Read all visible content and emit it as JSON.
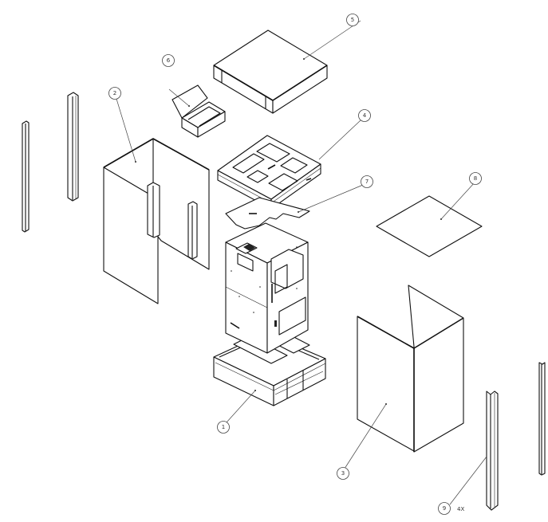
{
  "drawing": {
    "type": "exploded assembly view (isometric)",
    "balloons": [
      {
        "id": "1",
        "part": "shipping pallet base"
      },
      {
        "id": "2",
        "part": "corrugated wrap (left)"
      },
      {
        "id": "3",
        "part": "corrugated wrap (right)"
      },
      {
        "id": "4",
        "part": "foam top insert"
      },
      {
        "id": "5",
        "part": "top cap"
      },
      {
        "id": "6",
        "part": "accessory box"
      },
      {
        "id": "7",
        "part": "slip sheet"
      },
      {
        "id": "8",
        "part": "top sheet"
      },
      {
        "id": "9",
        "part": "corner post"
      }
    ],
    "quantity_note": "4X"
  },
  "balloon_labels": {
    "b1": "1",
    "b2": "2",
    "b3": "3",
    "b4": "4",
    "b5": "5",
    "b6": "6",
    "b7": "7",
    "b8": "8",
    "b9": "9"
  },
  "notes": {
    "qty9": "4X"
  }
}
